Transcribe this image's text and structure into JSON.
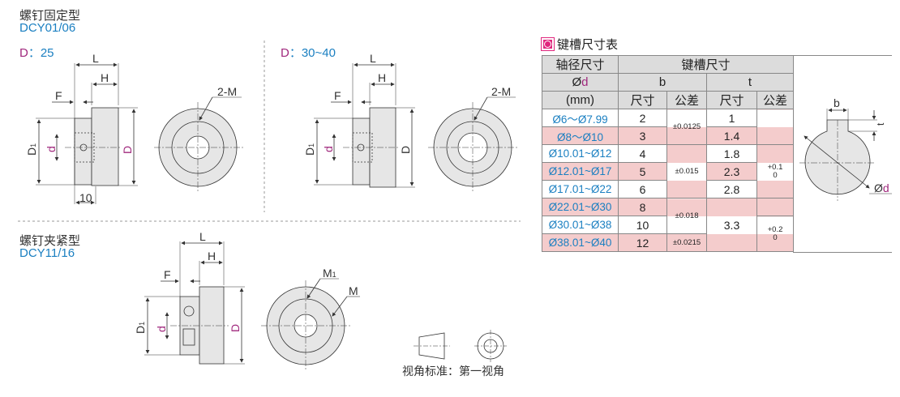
{
  "set_screw_type": {
    "title": "螺钉固定型",
    "model": "DCY01/06"
  },
  "clamp_type": {
    "title": "螺钉夹紧型",
    "model": "DCY11/16"
  },
  "variant_1": {
    "d_label": "D",
    "d_value": "：25"
  },
  "variant_2": {
    "d_label": "D",
    "d_value": "：30~40"
  },
  "dims": {
    "L": "L",
    "H": "H",
    "F": "F",
    "D1": "D",
    "D1_sub": "1",
    "d": "d",
    "D": "D",
    "ten": "10",
    "two_m": "2-M",
    "M1": "M",
    "M1_sub": "1",
    "M": "M"
  },
  "projection": {
    "label": "视角标准：第一视角"
  },
  "keyway": {
    "title": "键槽尺寸表",
    "header": {
      "shaft": "轴径尺寸",
      "keyway": "键槽尺寸",
      "od": "Ød",
      "od_prefix": "Ø",
      "od_d": "d",
      "mm": "(mm)",
      "b": "b",
      "t": "t",
      "size": "尺寸",
      "tol": "公差"
    },
    "rows": [
      {
        "d": "Ø6～Ø7.99",
        "b": "2",
        "t": "1"
      },
      {
        "d": "Ø8～Ø10",
        "b": "3",
        "t": "1.4"
      },
      {
        "d": "Ø10.01~Ø12",
        "b": "4",
        "t": "1.8"
      },
      {
        "d": "Ø12.01~Ø17",
        "b": "5",
        "t": "2.3"
      },
      {
        "d": "Ø17.01~Ø22",
        "b": "6",
        "t": "2.8"
      },
      {
        "d": "Ø22.01~Ø30",
        "b": "8"
      },
      {
        "d": "Ø30.01~Ø38",
        "b": "10",
        "t": "3.3"
      },
      {
        "d": "Ø38.01~Ø40",
        "b": "12"
      }
    ],
    "b_tol": [
      "±0.0125",
      "±0.015",
      "±0.018",
      "±0.0215"
    ],
    "t_tol": [
      {
        "upper": "+0.1",
        "lower": "0"
      },
      {
        "upper": "+0.2",
        "lower": "0"
      }
    ],
    "diagram": {
      "b": "b",
      "t": "t",
      "od_prefix": "Ø",
      "od_d": "d"
    }
  }
}
